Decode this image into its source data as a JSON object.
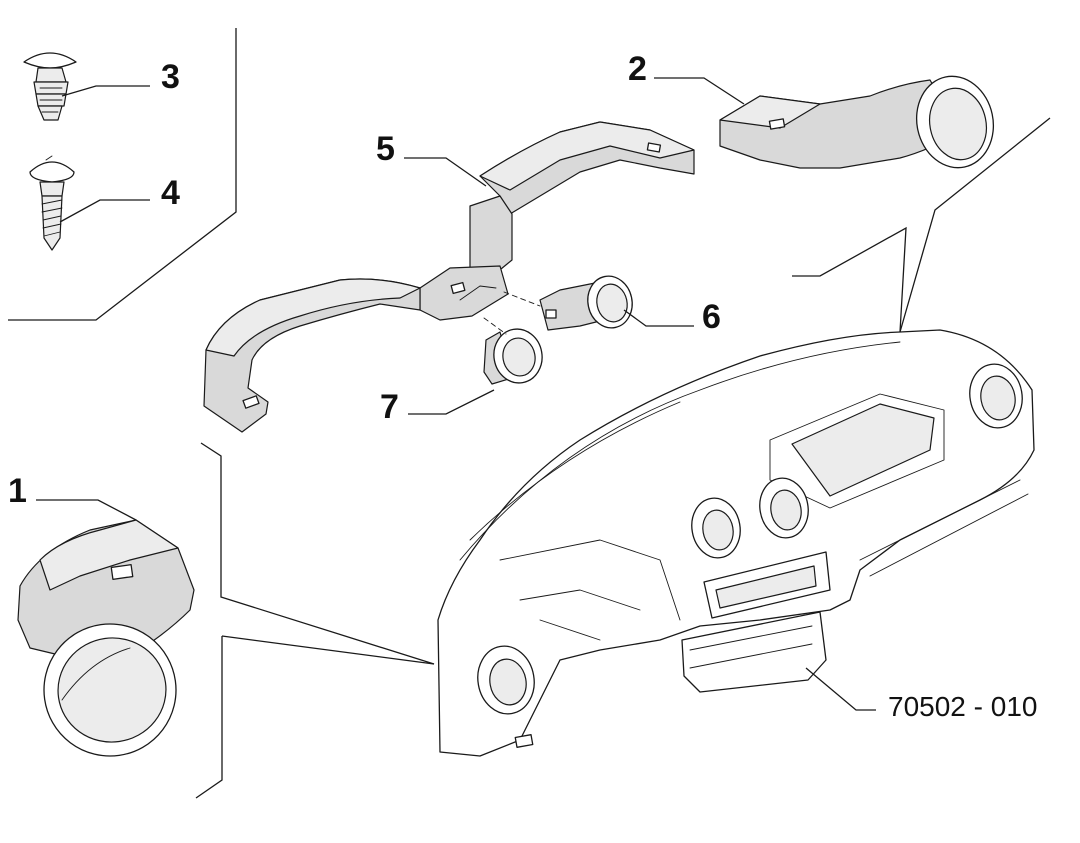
{
  "callouts": [
    {
      "id": "c1",
      "label": "1"
    },
    {
      "id": "c2",
      "label": "2"
    },
    {
      "id": "c3",
      "label": "3"
    },
    {
      "id": "c4",
      "label": "4"
    },
    {
      "id": "c5",
      "label": "5"
    },
    {
      "id": "c6",
      "label": "6"
    },
    {
      "id": "c7",
      "label": "7"
    }
  ],
  "reference_code": "70502 - 010"
}
